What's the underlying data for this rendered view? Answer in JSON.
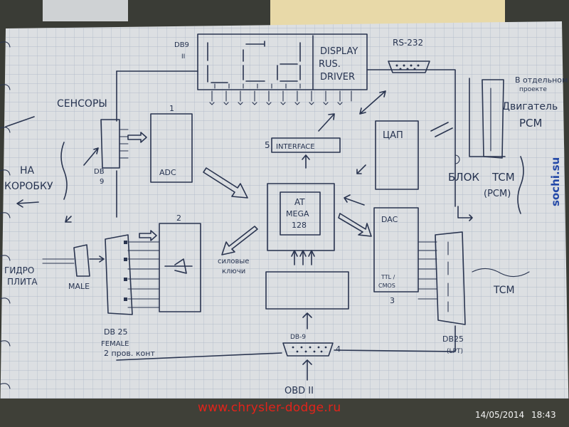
{
  "labels": {
    "db9_top": "DB9",
    "db9_top_sub": "II",
    "display_l1": "DISPLAY",
    "display_l2": "RUS.",
    "display_l3": "DRIVER",
    "rs232": "RS-232",
    "note_l1": "В отдельном",
    "note_l2": "проекте",
    "engine_l1": "Двигатель",
    "engine_l2": "PCM",
    "sensors": "СЕНСОРЫ",
    "num1": "1",
    "adc": "ADC",
    "db9_left": "DB",
    "db9_left_sub": "9",
    "to_box_l1": "НА",
    "to_box_l2": "КОРОБКУ",
    "interface_num": "5",
    "interface": "INTERFACE",
    "tsap": "ЦАП",
    "block_l1": "БЛОК",
    "block_l2": "TCM",
    "block_l3": "(PCM)",
    "mcu_l1": "AT",
    "mcu_l2": "MEGA",
    "mcu_l3": "128",
    "num2": "2",
    "dac": "DAC",
    "ttl_l1": "TTL /",
    "ttl_l2": "CMOS",
    "num3": "3",
    "keys_l1": "силовые",
    "keys_l2": "ключи",
    "hydro_l1": "ГИДРО",
    "hydro_l2": "ПЛИТА",
    "male": "MALE",
    "tcm": "TCM",
    "db25_left_l1": "DB 25",
    "db25_left_l2": "FEMALE",
    "db25_left_l3": "2 пров. конт",
    "db9_bottom": "DB-9",
    "num4": "4",
    "db25_right_l1": "DB25",
    "db25_right_l2": "(LPT)",
    "obd": "OBD II",
    "side_text": "sochi.su"
  },
  "overlay": {
    "url": "www.chrysler-dodge.ru",
    "date": "14/05/2014",
    "time": "18:43"
  },
  "colors": {
    "paper": "#dcdfe2",
    "grid": "#a9b4c4",
    "ink": "#2a3550",
    "watermark": "#e2231a"
  }
}
